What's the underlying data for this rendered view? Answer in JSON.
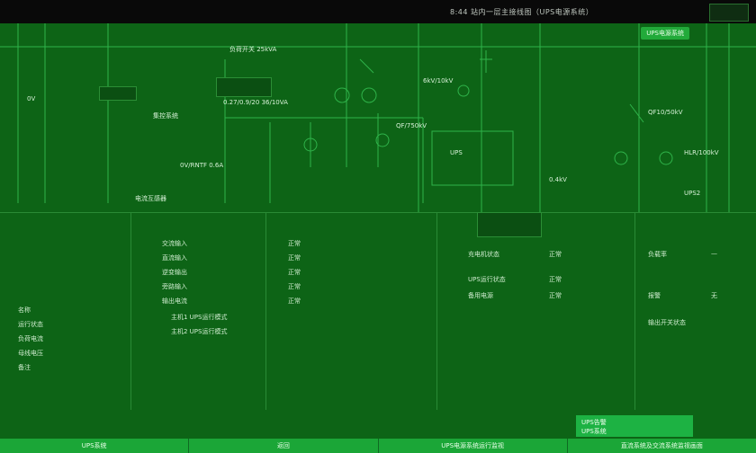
{
  "topbar": {
    "title": "8:44  站内一层主接线图（UPS电源系统）",
    "right_badge": ""
  },
  "header_pill": "UPS电源系统",
  "diagram": {
    "labels": [
      "负荷开关  25kVA",
      "0.27/0.9/20  36/10VA",
      "集控系统",
      "0V/RNTF 0.6A",
      "电流互感器",
      "0V",
      "6kV/10kV",
      "QF10/50kV",
      "HLR/100kV",
      "QF/750kV",
      "UPS",
      "0.4kV",
      "UPS2"
    ]
  },
  "panel": {
    "left_col": [
      "名称",
      "运行状态",
      "负荷电流",
      "母线电压",
      "备注"
    ],
    "mid_col": [
      "交流输入",
      "直流输入",
      "逆变输出",
      "旁路输入",
      "输出电流"
    ],
    "mid_values": [
      "正常",
      "正常",
      "正常",
      "正常",
      "正常"
    ],
    "right_col": [
      "充电机状态",
      "UPS运行状态",
      "备用电源",
      "负载率",
      "报警"
    ],
    "right_values": [
      "正常",
      "正常",
      "正常",
      "—",
      "无"
    ],
    "extra_lines": [
      "主机1 UPS运行模式",
      "主机2 UPS运行模式",
      "输出开关状态"
    ]
  },
  "bottombar": {
    "buttons": [
      "UPS系统",
      "返回",
      "UPS电源系统运行监视",
      "直流系统及交流系统监视画面"
    ]
  },
  "corner_tag": {
    "line1": "UPS告警",
    "line2": "UPS系统"
  }
}
